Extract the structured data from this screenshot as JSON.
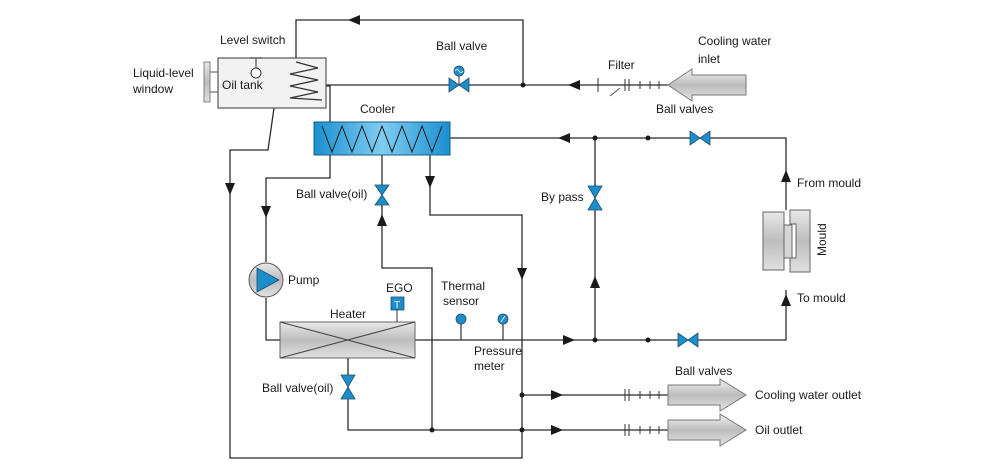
{
  "labels": {
    "level_switch": "Level switch",
    "liquid_level_window_1": "Liquid-level",
    "liquid_level_window_2": "window",
    "oil_tank": "Oil tank",
    "ball_valve_top": "Ball valve",
    "filter": "Filter",
    "cooling_water_inlet_1": "Cooling water",
    "cooling_water_inlet_2": "inlet",
    "ball_valves_top": "Ball valves",
    "cooler": "Cooler",
    "ball_valve_oil_upper": "Ball valve(oil)",
    "by_pass": "By pass",
    "from_mould": "From mould",
    "mould": "Mould",
    "to_mould": "To mould",
    "pump": "Pump",
    "ego": "EGO",
    "ego_symbol": "T",
    "thermal_sensor_1": "Thermal",
    "thermal_sensor_2": "sensor",
    "heater": "Heater",
    "pressure_meter_1": "Pressure",
    "pressure_meter_2": "meter",
    "ball_valve_oil_lower": "Ball valve(oil)",
    "ball_valves_bottom": "Ball valves",
    "cooling_water_outlet": "Cooling water outlet",
    "oil_outlet": "Oil outlet"
  },
  "colors": {
    "valve": "#1d8ec9",
    "cooler_fill": "#2aa4e0",
    "pipe": "#2b2b2b",
    "component_gray": "#c9c9c9"
  }
}
